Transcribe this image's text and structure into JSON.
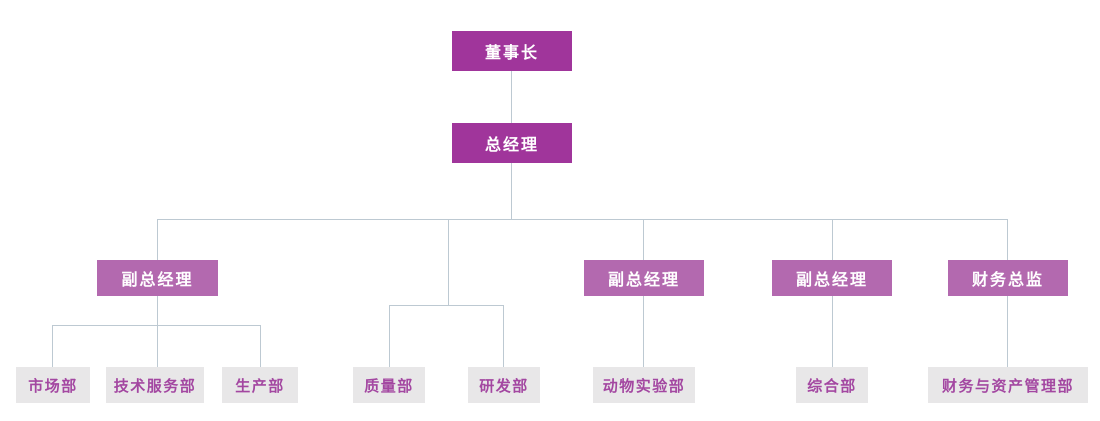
{
  "title": "company-organization-chart",
  "colors": {
    "primary_box": "#A0359B",
    "secondary_box": "#B369AF",
    "leaf_box": "#E8E7E8",
    "leaf_text": "#A347A1",
    "node_text": "#FFFFFF",
    "connector": "#BDC9D2",
    "background": "#FFFFFF"
  },
  "nodes": {
    "chairman": "董事长",
    "general_manager": "总经理",
    "vp1": "副总经理",
    "vp2": "副总经理",
    "vp3": "副总经理",
    "finance_director": "财务总监",
    "marketing": "市场部",
    "tech_service": "技术服务部",
    "production": "生产部",
    "quality": "质量部",
    "rnd": "研发部",
    "animal_lab": "动物实验部",
    "general_affairs": "综合部",
    "finance_asset_mgmt": "财务与资产管理部"
  },
  "edges": [
    [
      "chairman",
      "general_manager"
    ],
    [
      "general_manager",
      "vp1"
    ],
    [
      "general_manager",
      "quality"
    ],
    [
      "general_manager",
      "rnd"
    ],
    [
      "general_manager",
      "vp2"
    ],
    [
      "general_manager",
      "vp3"
    ],
    [
      "general_manager",
      "finance_director"
    ],
    [
      "vp1",
      "marketing"
    ],
    [
      "vp1",
      "tech_service"
    ],
    [
      "vp1",
      "production"
    ],
    [
      "vp2",
      "animal_lab"
    ],
    [
      "vp3",
      "general_affairs"
    ],
    [
      "finance_director",
      "finance_asset_mgmt"
    ]
  ]
}
